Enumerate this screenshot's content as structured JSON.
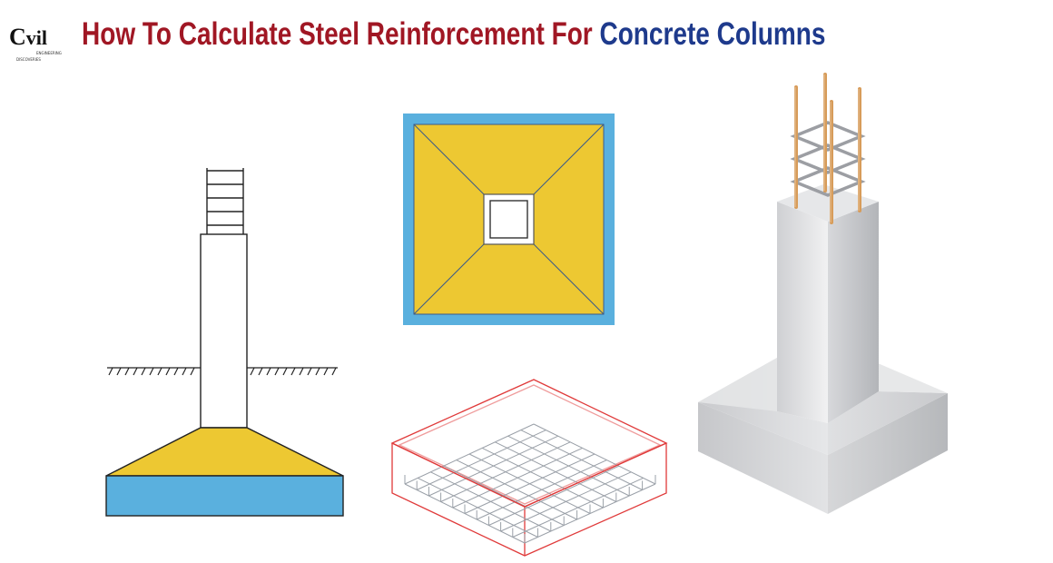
{
  "header": {
    "title_part1": "How To Calculate Steel Reinforcement For ",
    "title_part2": "Concrete Columns",
    "title_color1": "#a01724",
    "title_color2": "#1e3a8c"
  },
  "logo": {
    "word_c": "C",
    "word_rest": "vil",
    "line1": "ENGINEERING",
    "line2": "DISCOVERIES"
  },
  "colors": {
    "footing_slope": "#edc832",
    "footing_base": "#5ab0de",
    "rebar_cage": "#e03a3a",
    "mesh": "#9aa0a8",
    "rebar_bar": "#d79c5a",
    "concrete": "#d4d5d8"
  }
}
